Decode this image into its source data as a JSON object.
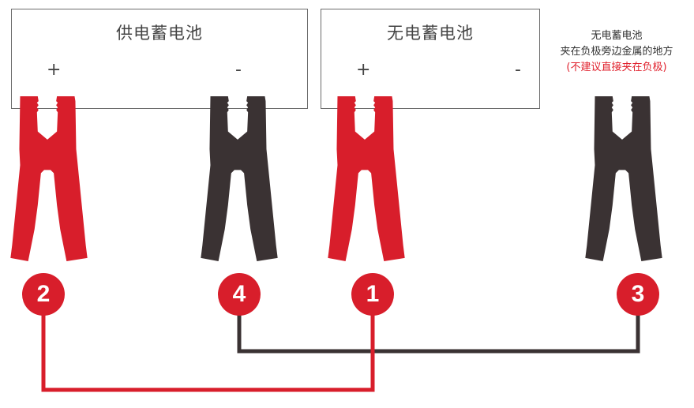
{
  "colors": {
    "red": "#d81e2b",
    "dark": "#3a3233",
    "box_border": "#6b6b6b",
    "text": "#444444",
    "warning": "#e0202c"
  },
  "batteries": [
    {
      "title": "供电蓄电池",
      "positive": "+",
      "negative": "-"
    },
    {
      "title": "无电蓄电池",
      "positive": "+",
      "negative": "-"
    }
  ],
  "note": {
    "line1": "无电蓄电池",
    "line2": "夹在负极旁边金属的地方",
    "line3": "(不建议直接夹在负极)"
  },
  "clamps": [
    {
      "color": "red",
      "step": "2"
    },
    {
      "color": "dark",
      "step": "4"
    },
    {
      "color": "red",
      "step": "1"
    },
    {
      "color": "dark",
      "step": "3"
    }
  ]
}
